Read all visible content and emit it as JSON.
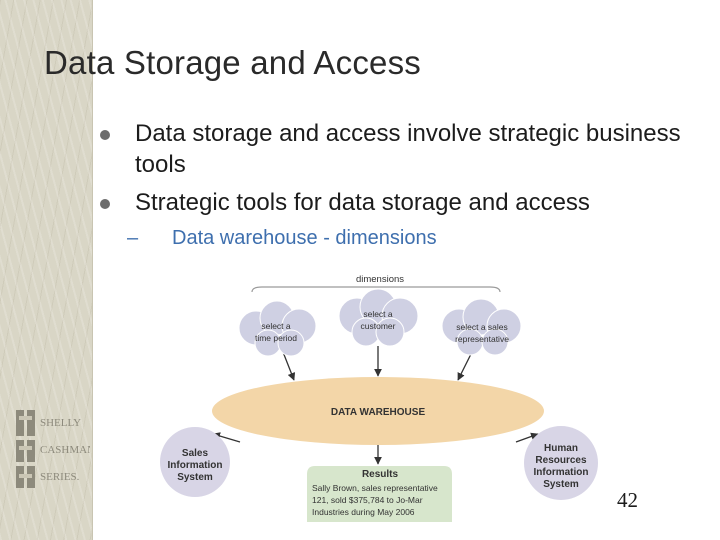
{
  "slide": {
    "title": "Data Storage and Access",
    "bullets": [
      "Data storage and access involve strategic business tools",
      "Strategic tools for data storage and access"
    ],
    "sub_bullet": "Data warehouse - dimensions",
    "page_number": "42"
  },
  "logo": {
    "text_lines": [
      "SHELLY",
      "CASHMAN",
      "SERIES."
    ]
  },
  "diagram": {
    "dimensions_label": "dimensions",
    "clouds": [
      {
        "line1": "select a",
        "line2": "time period"
      },
      {
        "line1": "select a",
        "line2": "customer"
      },
      {
        "line1": "select a sales",
        "line2": "representative"
      }
    ],
    "warehouse_label": "DATA WAREHOUSE",
    "left_system": [
      "Sales",
      "Information",
      "System"
    ],
    "right_system": [
      "Human",
      "Resources",
      "Information",
      "System"
    ],
    "results": {
      "title": "Results",
      "lines": [
        "Sally Brown, sales representative",
        "121, sold $375,784 to Jo-Mar",
        "Industries during May 2006"
      ]
    }
  },
  "colors": {
    "sub_bullet_text": "#3e6fae",
    "warehouse_fill": "#f3d6a8",
    "cloud_fill": "#cfd0e3",
    "system_fill": "#d8d5e6",
    "results_fill": "#d7e6cc"
  }
}
